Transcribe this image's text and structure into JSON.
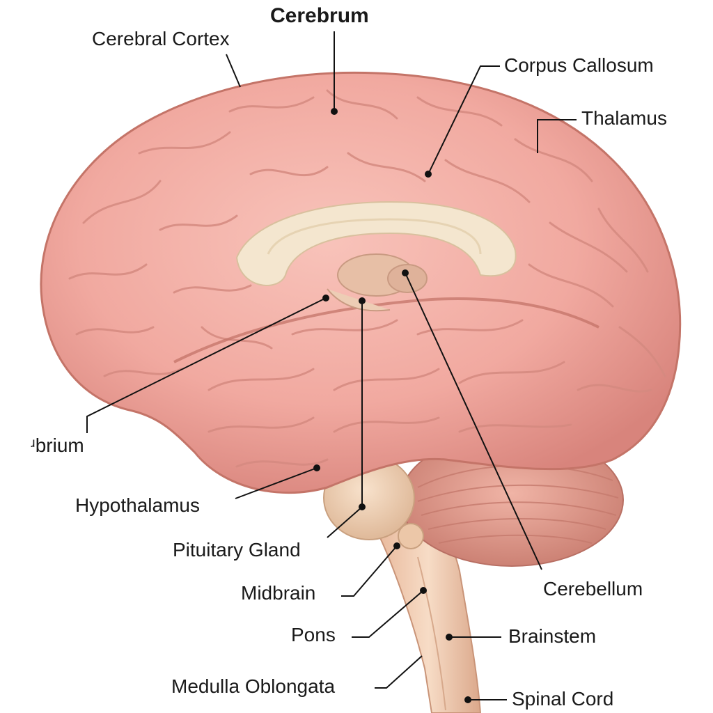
{
  "diagram": {
    "labels": {
      "cerebrum": "Cerebrum",
      "cerebral_cortex": "Cerebral Cortex",
      "corpus_callosum": "Corpus Callosum",
      "thalamus": "Thalamus",
      "brium": "ʴbrium",
      "hypothalamus": "Hypothalamus",
      "pituitary_gland": "Pituitary Gland",
      "midbrain": "Midbrain",
      "pons": "Pons",
      "medulla_oblongata": "Medulla Oblongata",
      "cerebellum": "Cerebellum",
      "brainstem": "Brainstem",
      "spinal_cord": "Spinal Cord"
    }
  },
  "colors": {
    "cerebrum_fill": "#f1a9a0",
    "cerebrum_shade": "#d8847c",
    "corpus_callosum": "#f4e6cf",
    "cerebellum": "#e39c8e",
    "brainstem": "#f3cdb0",
    "leader_line": "#111111"
  }
}
